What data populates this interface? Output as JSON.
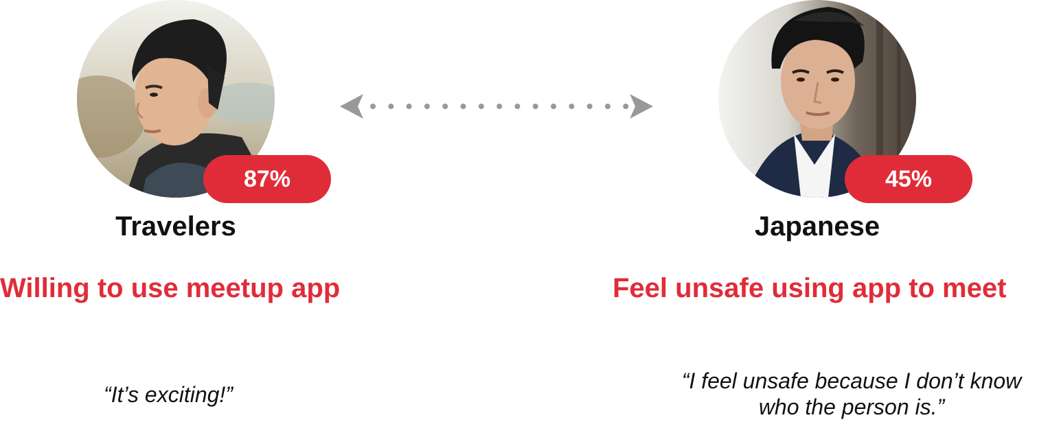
{
  "personas": [
    {
      "label": "Travelers",
      "percent": "87%",
      "finding": "Willing to use meetup app",
      "quote": "“It’s exciting!”"
    },
    {
      "label": "Japanese",
      "percent": "45%",
      "finding": "Feel unsafe using app to meet",
      "quote": "“I feel unsafe because I don’t know who the person is.”"
    }
  ],
  "colors": {
    "accent": "#e02c39",
    "text": "#111111",
    "connector": "#999999"
  },
  "icons": {
    "connector": "double-arrow-dotted-icon"
  }
}
